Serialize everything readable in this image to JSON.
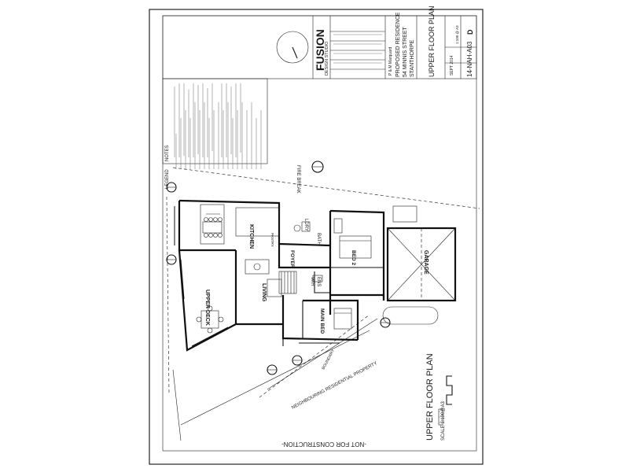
{
  "sheet": {
    "not_for_construction": "-NOT FOR CONSTRUCTION-",
    "plan_title": "UPPER FLOOR PLAN",
    "plan_scale": "SCALE 1:100@A3",
    "neighbouring": "NEIGHBOURING RESIDENTIAL PROPERTY",
    "boundary": "BOUNDARY",
    "fire_break": "FIRE BREAK"
  },
  "title_block": {
    "company_logo": "FUSION",
    "company_sub": "DESIGN STUDIO",
    "project": "PROPOSED RESIDENCE",
    "address_line1": "54 MINNIS STREET",
    "address_line2": "STANTHORPE",
    "client": "P & M Marquard",
    "drawing_title": "UPPER FLOOR PLAN",
    "drawing_no": "14-NAH-A03",
    "revision": "D",
    "date": "SEPT 2014",
    "scale": "1:100 @ A3"
  },
  "rooms": {
    "kitchen": "KITCHEN",
    "living": "LIVING",
    "upper_deck": "UPPER DECK",
    "foyer": "FOYER",
    "laundry": "LDRY",
    "bath": "BATH",
    "bed2": "BED 2",
    "main_bed": "MAIN BED",
    "wir": "WIR",
    "ens": "ENS",
    "garage": "GARAGE",
    "pantry": "PANTRY"
  },
  "headings": {
    "notes": "NOTES",
    "legend": "LEGEND"
  }
}
